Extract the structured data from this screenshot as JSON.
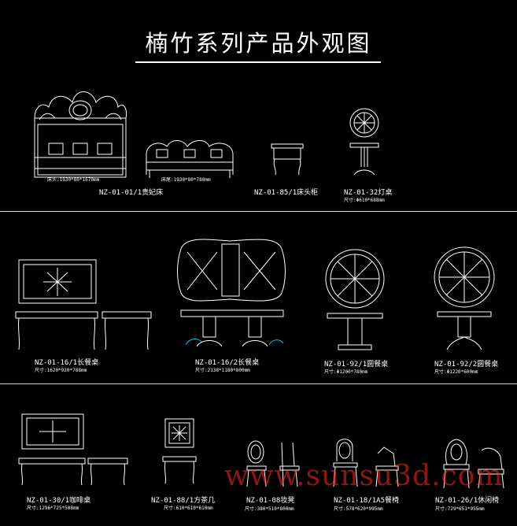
{
  "title": "楠竹系列产品外观图",
  "watermark": "www.sunsu3d.com",
  "colors": {
    "line": "#ffffff",
    "accent": "#00c8d8",
    "watermark": "#ff2a2a"
  },
  "row1": {
    "bed": {
      "code": "NZ-01-01/1贵妃床",
      "dim": "床头:1930*80*1670mm"
    },
    "bench": {
      "dim": "床尾:1930*80*780mm"
    },
    "nightstand": {
      "code": "NZ-01-85/1床头柜"
    },
    "lamp_table": {
      "code": "NZ-01-32灯桌",
      "dim": "尺寸:Φ610*688mm"
    }
  },
  "row2": {
    "long_table1": {
      "code": "NZ-01-16/1长餐桌",
      "dim": "尺寸:1620*920*788mm"
    },
    "long_table2": {
      "code": "NZ-01-16/2长餐桌",
      "dim": "尺寸:2138*1180*800mm"
    },
    "round_table1": {
      "code": "NZ-01-92/1圆餐桌",
      "dim": "尺寸:Φ1200*780mm"
    },
    "round_table2": {
      "code": "NZ-01-92/2圆餐桌",
      "dim": "尺寸:Φ1220*600mm"
    }
  },
  "row3": {
    "coffee_table": {
      "code": "NZ-01-30/1咖啡桌",
      "dim": "尺寸:1296*725*508mm"
    },
    "tea_table": {
      "code": "NZ-01-88/1方茶几",
      "dim": "尺寸:610*610*610mm"
    },
    "stool": {
      "code": "NZ-01-08妆凳",
      "dim": "尺寸:380*510*800mm"
    },
    "dining_chair": {
      "code": "NZ-01-18/1A5餐椅",
      "dim": "尺寸:578*620*995mm"
    },
    "leisure_chair": {
      "code": "NZ-01-26/1休闲椅",
      "dim": "尺寸:729*651*955mm"
    }
  }
}
